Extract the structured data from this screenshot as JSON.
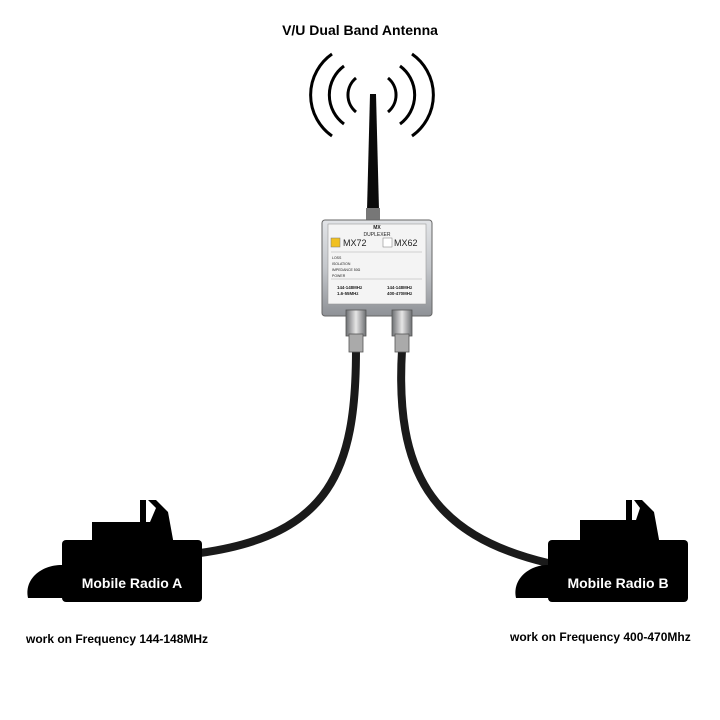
{
  "title": "V/U Dual Band Antenna",
  "duplexer": {
    "brand": "MX",
    "type_label": "DUPLEXER",
    "model_selected": "MX72",
    "model_other": "MX62",
    "spec_lines": [
      "LOSS",
      "ISOLATION",
      "IMPEDANCE 50Ω",
      "POWER"
    ],
    "port_a_band": "144-148MHz",
    "port_a_band2": "1.6-55MHz",
    "port_b_band": "144-148MHz",
    "port_b_band2": "400-470MHz"
  },
  "radio_a": {
    "label": "Mobile Radio A",
    "frequency_text": "work on Frequency 144-148MHz"
  },
  "radio_b": {
    "label": "Mobile Radio B",
    "frequency_text": "work on Frequency 400-470Mhz"
  },
  "colors": {
    "radio_body": "#000000",
    "cable": "#1a1a1a",
    "duplexer_body": "#c9ccd0",
    "label_panel": "#eeeeee",
    "selected_indicator": "#f0c020"
  }
}
